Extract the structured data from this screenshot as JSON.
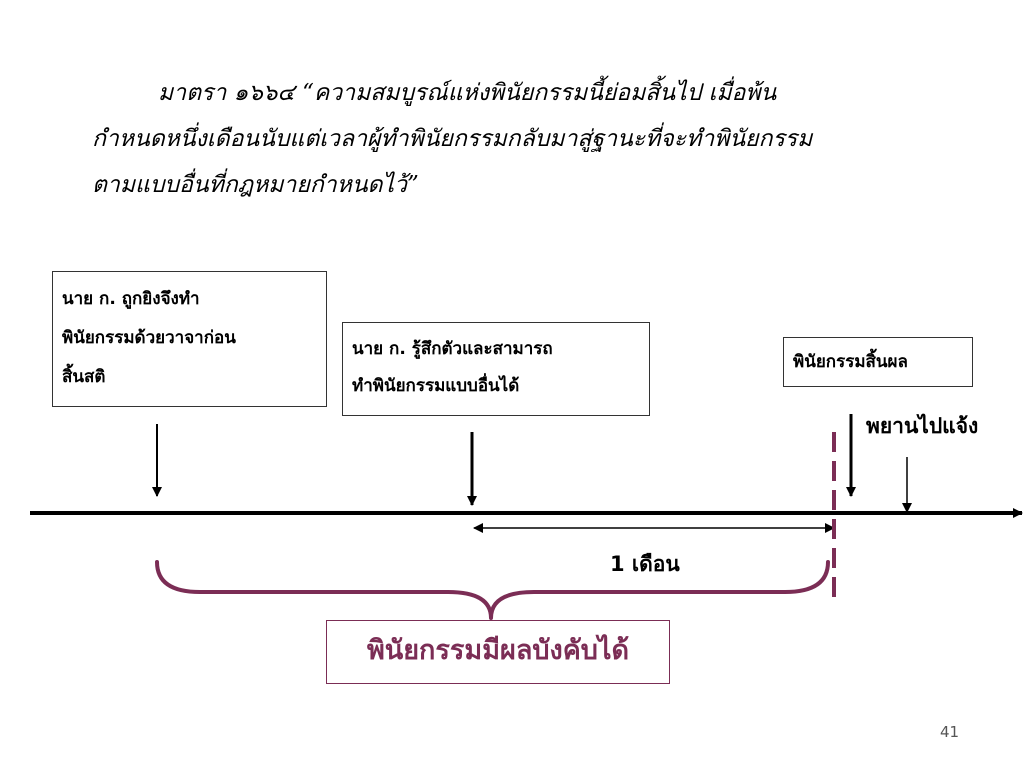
{
  "section_quote": {
    "line1": "มาตรา ๑๖๖๔ “ความสมบูรณ์แห่งพินัยกรรมนี้ย่อมสิ้นไป เมื่อพ้น",
    "line2": "กำหนดหนึ่งเดือนนับแต่เวลาผู้ทำพินัยกรรมกลับมาสู่ฐานะที่จะทำพินัยกรรม",
    "line3": "ตามแบบอื่นที่กฎหมายกำหนดไว้”"
  },
  "events": {
    "shot": {
      "line1": "นาย ก. ถูกยิงจึงทำ",
      "line2": "พินัยกรรมด้วยวาจาก่อน",
      "line3": "สิ้นสติ"
    },
    "recovered": {
      "line1": "นาย ก. รู้สึกตัวและสามารถ",
      "line2": "ทำพินัยกรรมแบบอื่นได้"
    },
    "expired": {
      "label": "พินัยกรรมสิ้นผล"
    },
    "witness": {
      "label": "พยานไปแจ้ง"
    }
  },
  "period": {
    "label": "1 เดือน"
  },
  "result": {
    "label": "พินัยกรรมมีผลบังคับได้"
  },
  "colors": {
    "accent": "#7b2d55",
    "line": "#000000"
  },
  "page_number": "41"
}
